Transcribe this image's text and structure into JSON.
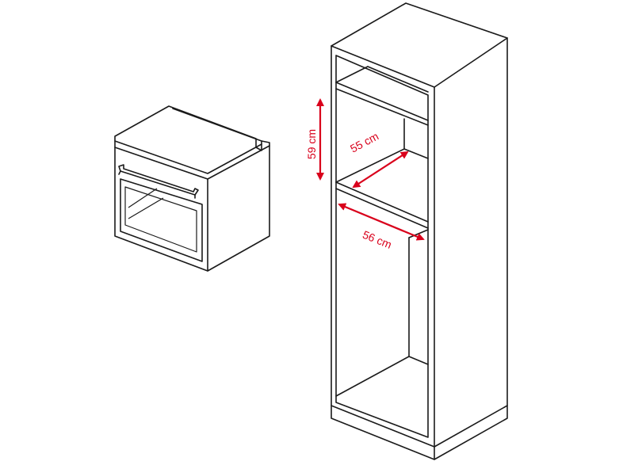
{
  "dimensions": {
    "height": "59 cm",
    "depth": "55 cm",
    "width": "56 cm"
  },
  "colors": {
    "outline": "#1a1a1a",
    "dimension": "#d9001b",
    "background": "#ffffff"
  }
}
